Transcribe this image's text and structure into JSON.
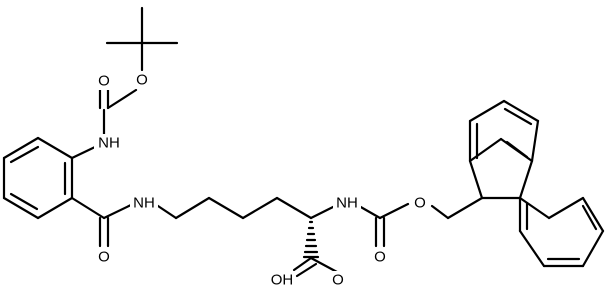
{
  "molecule": {
    "atom_labels": {
      "boc_ester_o": "O",
      "boc_carbonyl_o": "O",
      "boc_nh": "NH",
      "amide_nh": "NH",
      "amide_o": "O",
      "fmoc_nh": "NH",
      "fmoc_carbonyl_o": "O",
      "fmoc_ester_o": "O",
      "acid_oh": "OH",
      "acid_o": "O"
    }
  }
}
